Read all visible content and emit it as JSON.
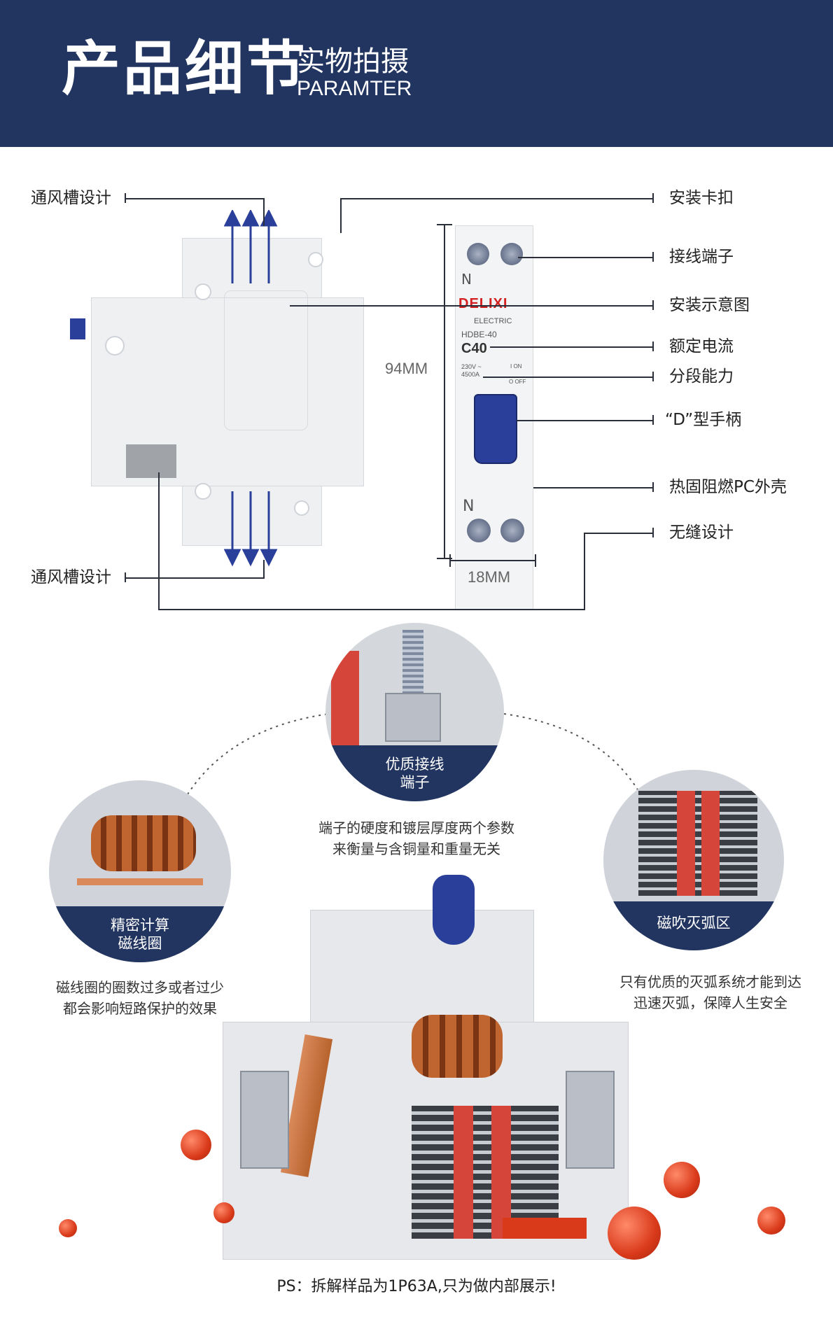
{
  "header": {
    "title": "产品细节",
    "subtitle_cn": "实物拍摄",
    "subtitle_en": "PARAMTER"
  },
  "diagram": {
    "left_labels": {
      "vent_top": "通风槽设计",
      "vent_bottom": "通风槽设计"
    },
    "right_labels": {
      "clip": "安装卡扣",
      "terminal": "接线端子",
      "install_diagram": "安装示意图",
      "rated_current": "额定电流",
      "breaking_capacity": "分段能力",
      "handle": "“D”型手柄",
      "shell": "热固阻燃PC外壳",
      "seamless": "无缝设计"
    },
    "dimensions": {
      "height": "94MM",
      "width": "18MM"
    },
    "device": {
      "brand": "DELIXI",
      "brand_sub": "ELECTRIC",
      "model": "HDBE-40",
      "rating": "C40",
      "spec1": "230V ~",
      "spec2": "4500A",
      "on": "I ON",
      "off": "O OFF",
      "n_top": "N",
      "n_bottom": "N"
    }
  },
  "features": {
    "terminal": {
      "title": "优质接线\n端子",
      "desc1": "端子的硬度和镀层厚度两个参数",
      "desc2": "来衡量与含铜量和重量无关"
    },
    "coil": {
      "title": "精密计算\n磁线圈",
      "desc1": "磁线圈的圈数过多或者过少",
      "desc2": "都会影响短路保护的效果"
    },
    "arc": {
      "title": "磁吹灭弧区",
      "desc1": "只有优质的灭弧系统才能到达",
      "desc2": "迅速灭弧，保障人生安全"
    }
  },
  "footer": {
    "note": "PS：拆解样品为1P63A,只为做内部展示!"
  },
  "colors": {
    "navy": "#223560",
    "accent_red": "#d93a1a",
    "handle_blue": "#2a3f9a"
  }
}
